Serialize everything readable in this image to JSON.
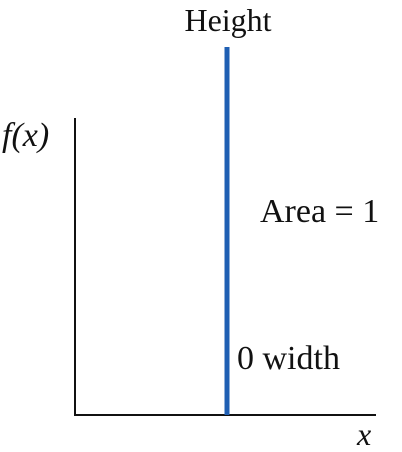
{
  "labels": {
    "top": "Height",
    "y_axis": "f(x)",
    "x_axis": "x",
    "area": "Area = 1",
    "width": "0 width"
  },
  "colors": {
    "impulse": "#1f5fb3",
    "axis": "#111111",
    "text": "#111111"
  }
}
